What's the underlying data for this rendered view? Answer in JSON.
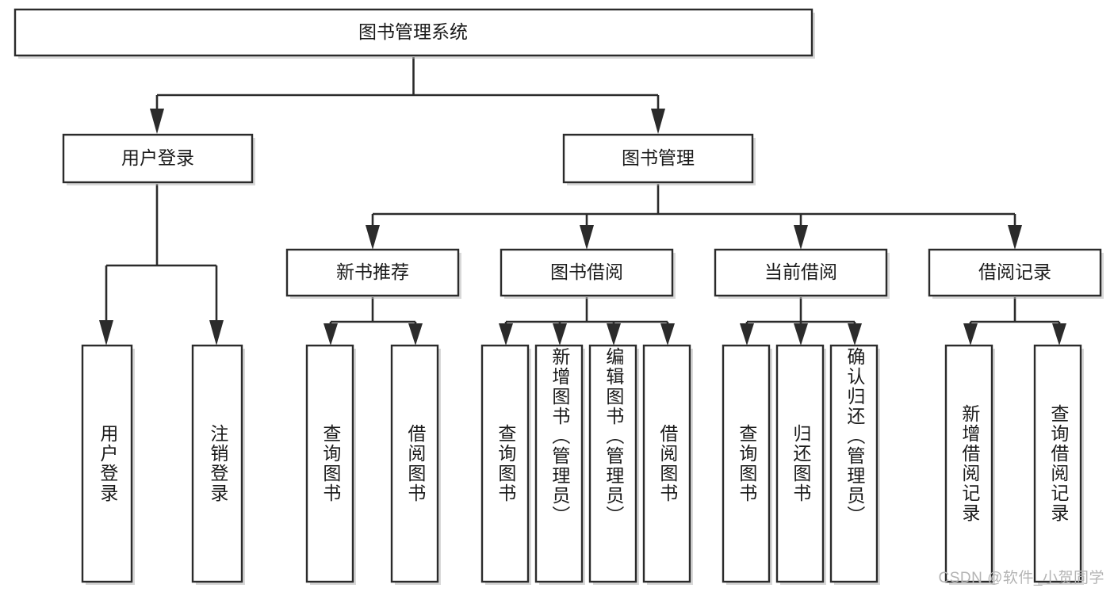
{
  "diagram": {
    "title": "图书管理系统",
    "type": "hierarchy-tree",
    "orientation": "top-down",
    "colors": {
      "stroke": "#2b2b2b",
      "fill": "#ffffff",
      "text": "#1a1a1a",
      "background": "#ffffff",
      "watermark": "#b4b4b4"
    },
    "root": {
      "id": "root",
      "label": "图书管理系统"
    },
    "level2": [
      {
        "id": "user-login",
        "label": "用户登录"
      },
      {
        "id": "book-manage",
        "label": "图书管理"
      }
    ],
    "level3": [
      {
        "id": "new-book-rec",
        "label": "新书推荐",
        "parent": "book-manage"
      },
      {
        "id": "book-borrow",
        "label": "图书借阅",
        "parent": "book-manage"
      },
      {
        "id": "current-borrow",
        "label": "当前借阅",
        "parent": "book-manage"
      },
      {
        "id": "borrow-record",
        "label": "借阅记录",
        "parent": "book-manage"
      }
    ],
    "leaves": {
      "user-login": [
        {
          "id": "leaf-user-login",
          "label": "用户登录"
        },
        {
          "id": "leaf-user-logout",
          "label": "注销登录"
        }
      ],
      "new-book-rec": [
        {
          "id": "leaf-query-book-1",
          "label": "查询图书"
        },
        {
          "id": "leaf-borrow-book-1",
          "label": "借阅图书"
        }
      ],
      "book-borrow": [
        {
          "id": "leaf-query-book-2",
          "label": "查询图书"
        },
        {
          "id": "leaf-add-book",
          "label": "新增图书（管理员）"
        },
        {
          "id": "leaf-edit-book",
          "label": "编辑图书（管理员）"
        },
        {
          "id": "leaf-borrow-book-2",
          "label": "借阅图书"
        }
      ],
      "current-borrow": [
        {
          "id": "leaf-query-book-3",
          "label": "查询图书"
        },
        {
          "id": "leaf-return-book",
          "label": "归还图书"
        },
        {
          "id": "leaf-confirm-return",
          "label": "确认归还（管理员）"
        }
      ],
      "borrow-record": [
        {
          "id": "leaf-add-record",
          "label": "新增借阅记录"
        },
        {
          "id": "leaf-query-record",
          "label": "查询借阅记录"
        }
      ]
    }
  },
  "watermark": {
    "text": "CSDN @软件_小贺同学"
  }
}
